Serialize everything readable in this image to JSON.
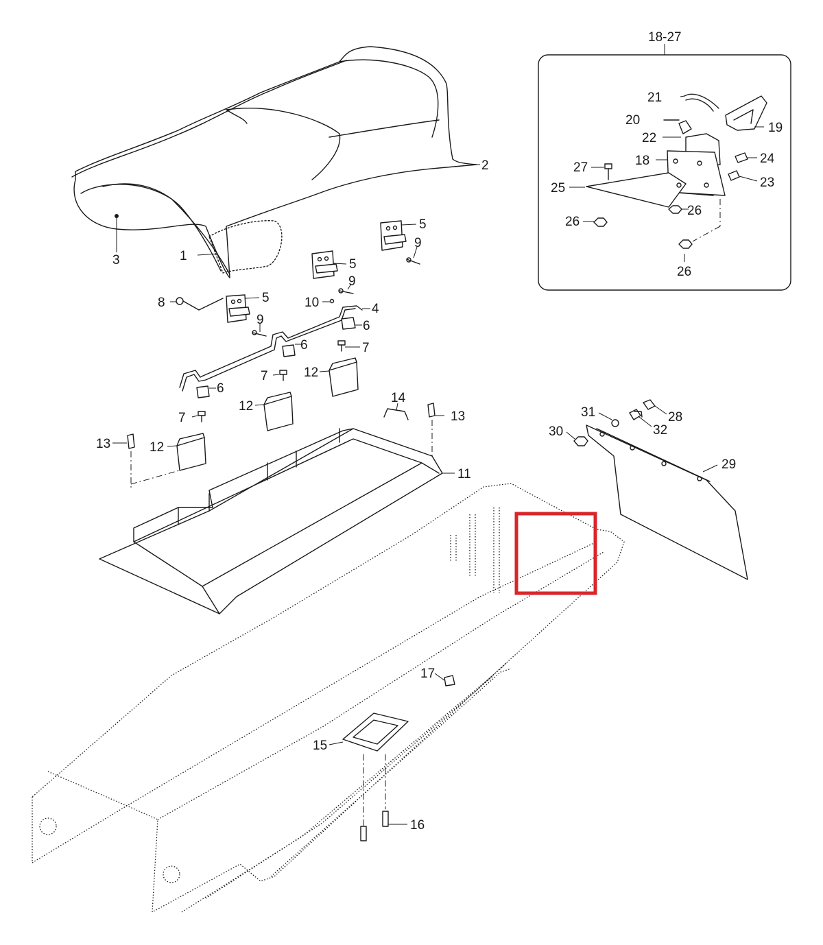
{
  "diagram": {
    "inset_label": "18-27",
    "highlight_color": "#d9262b",
    "callouts": {
      "c1": "1",
      "c2": "2",
      "c3": "3",
      "c4": "4",
      "c5a": "5",
      "c5b": "5",
      "c5c": "5",
      "c6a": "6",
      "c6b": "6",
      "c6c": "6",
      "c7a": "7",
      "c7b": "7",
      "c7c": "7",
      "c8": "8",
      "c9a": "9",
      "c9b": "9",
      "c9c": "9",
      "c10": "10",
      "c11": "11",
      "c12a": "12",
      "c12b": "12",
      "c12c": "12",
      "c13a": "13",
      "c13b": "13",
      "c14": "14",
      "c15": "15",
      "c16": "16",
      "c17": "17",
      "c18": "18",
      "c19": "19",
      "c20": "20",
      "c21": "21",
      "c22": "22",
      "c23": "23",
      "c24": "24",
      "c25": "25",
      "c26a": "26",
      "c26b": "26",
      "c26c": "26",
      "c27": "27",
      "c28": "28",
      "c29": "29",
      "c30": "30",
      "c31": "31",
      "c32": "32"
    }
  }
}
